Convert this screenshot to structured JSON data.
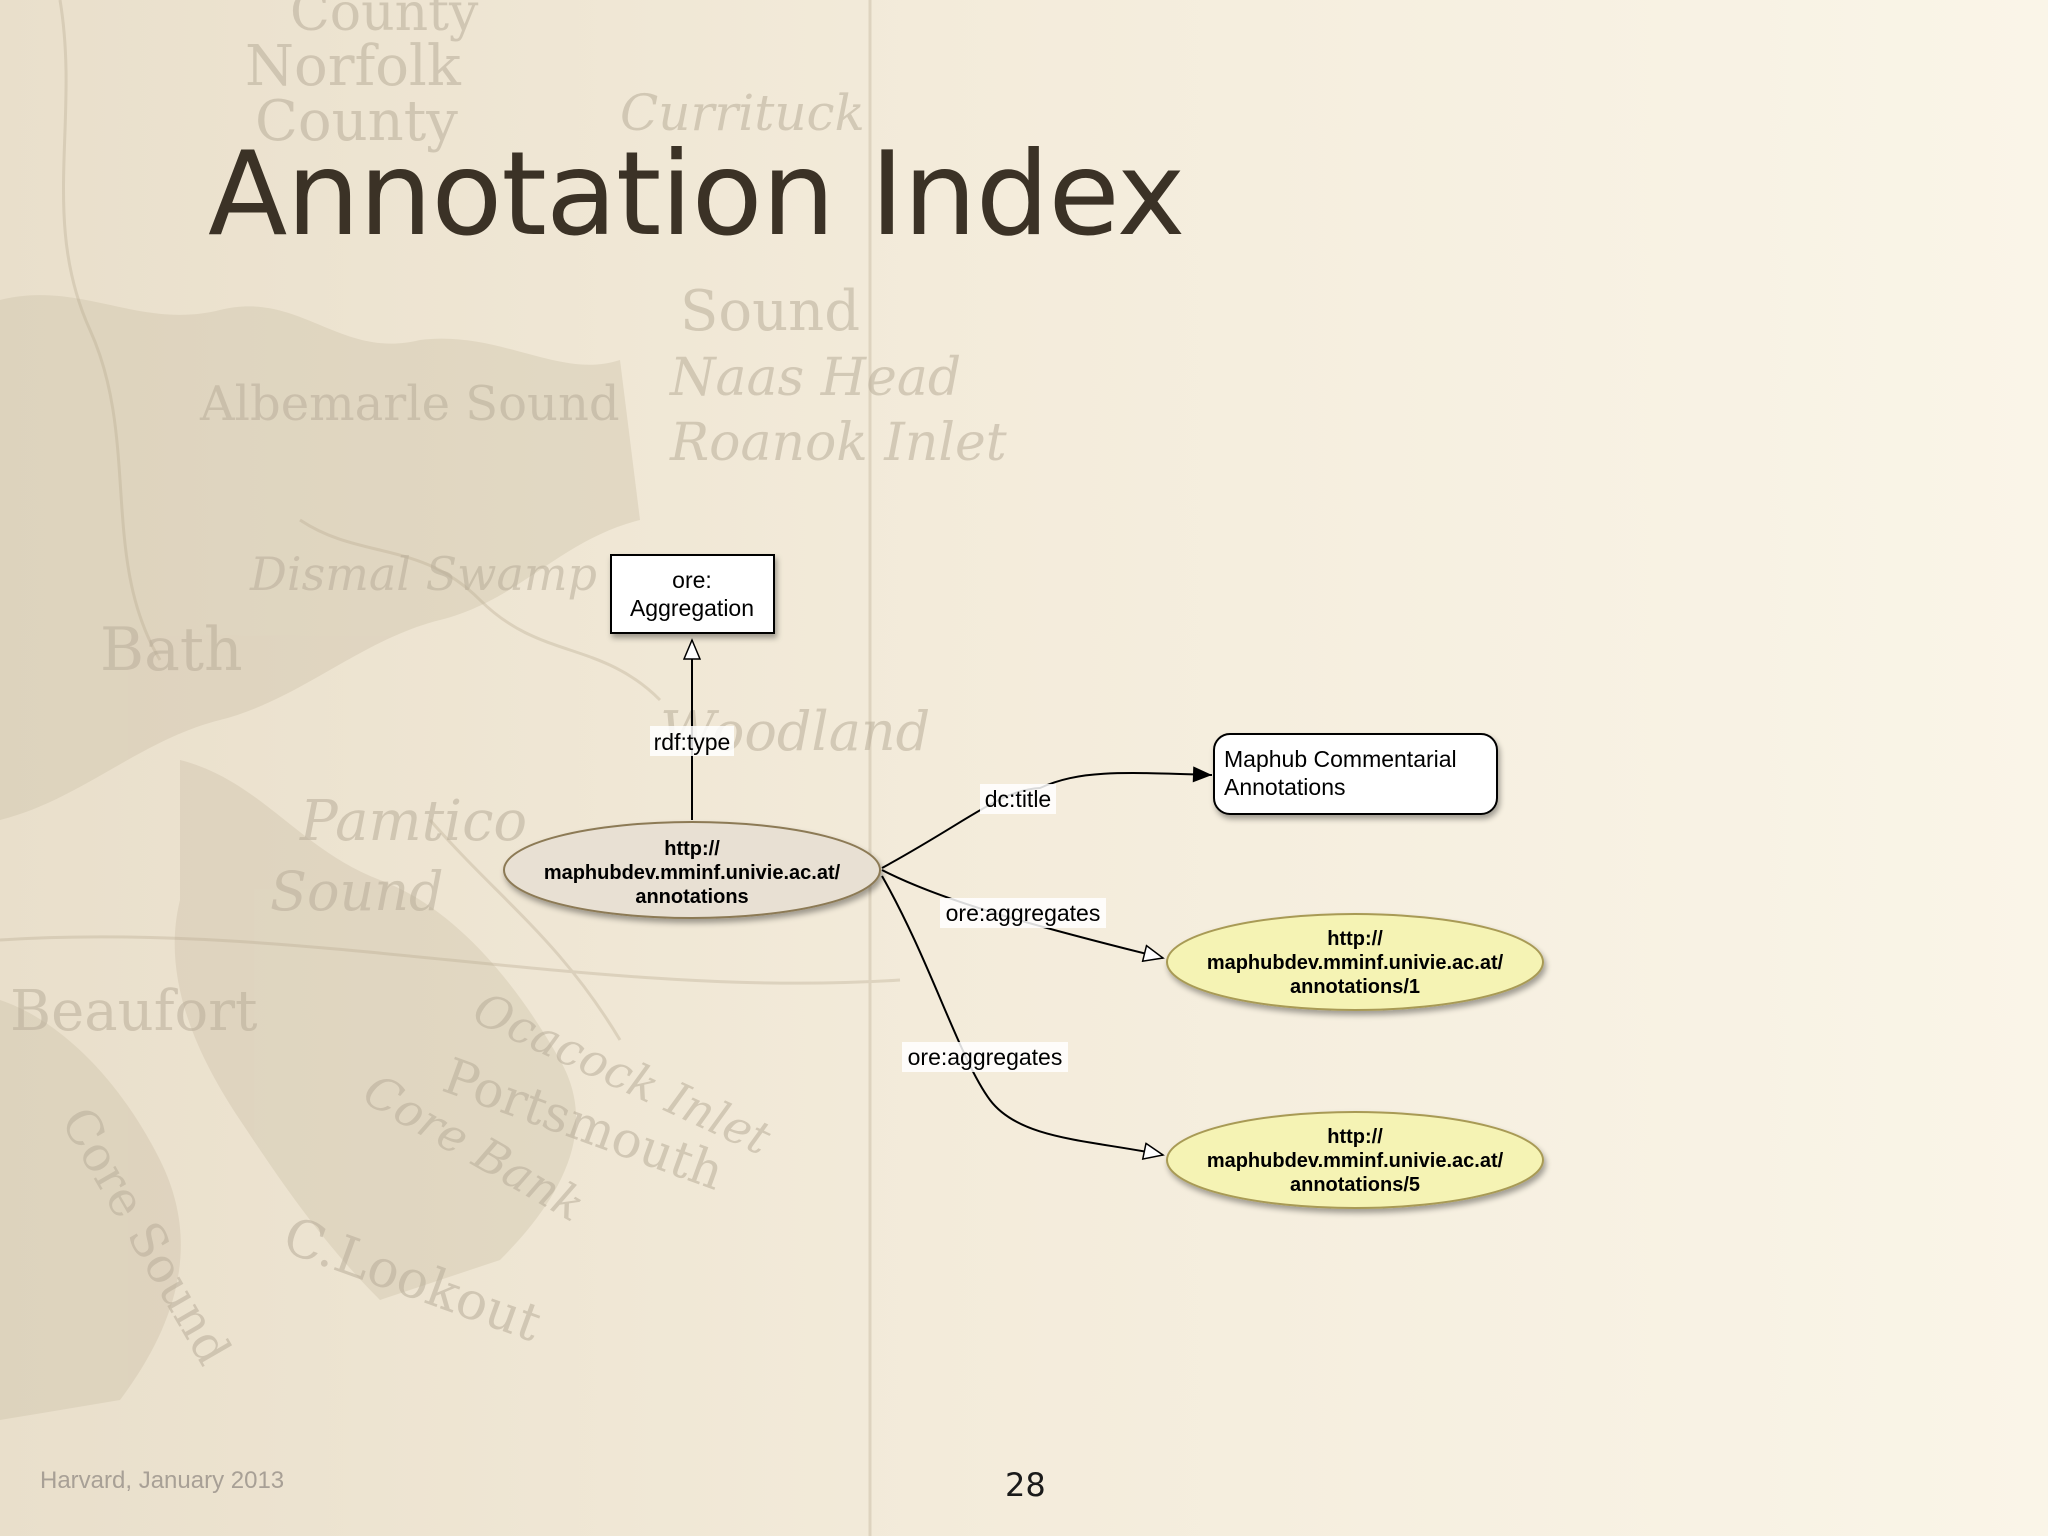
{
  "slide": {
    "title": "Annotation Index",
    "footer": "Harvard, January 2013",
    "page_number": "28"
  },
  "background": {
    "map_labels": [
      "County",
      "Norfolk",
      "County",
      "Currituck",
      "Sound",
      "Albemarle Sound",
      "Dismal Swamp",
      "Bath",
      "Pamtico",
      "Sound",
      "Woodland",
      "Beaufort",
      "Portsmouth",
      "Core Bank",
      "C.Lookout",
      "Core Sound",
      "Roanok Inlet",
      "Naas Head",
      "Ocacock Inlet"
    ]
  },
  "diagram": {
    "nodes": {
      "aggregation_type": {
        "line1": "ore:",
        "line2": "Aggregation"
      },
      "index_resource": {
        "line1": "http://",
        "line2": "maphubdev.mminf.univie.ac.at/",
        "line3": "annotations"
      },
      "title_literal": {
        "line1": "Maphub Commentarial",
        "line2": "Annotations"
      },
      "annotation_1": {
        "line1": "http://",
        "line2": "maphubdev.mminf.univie.ac.at/",
        "line3": "annotations/1"
      },
      "annotation_5": {
        "line1": "http://",
        "line2": "maphubdev.mminf.univie.ac.at/",
        "line3": "annotations/5"
      }
    },
    "edges": {
      "type_edge": "rdf:type",
      "title_edge": "dc:title",
      "aggregates_edge_1": "ore:aggregates",
      "aggregates_edge_2": "ore:aggregates"
    }
  },
  "colors": {
    "background": "#f6efdf",
    "title_text": "#3b3226",
    "index_node_fill": "#e8e0d3",
    "index_node_stroke": "#8c7a55",
    "annotation_node_fill": "#f5f3b4",
    "annotation_node_stroke": "#a89a55"
  }
}
